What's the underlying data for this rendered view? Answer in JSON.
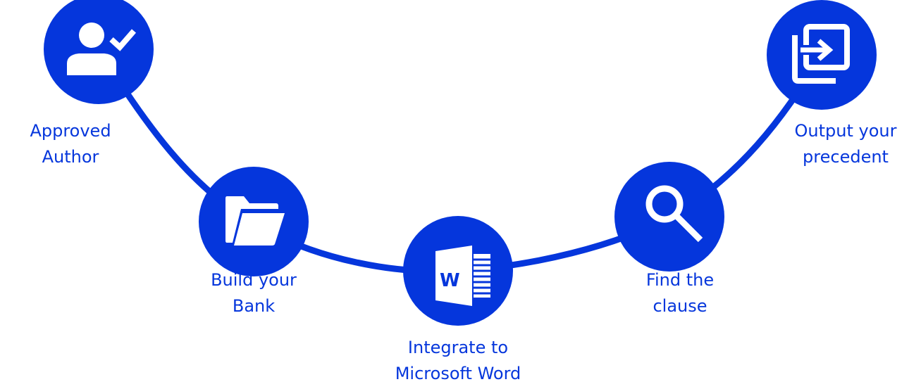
{
  "accent_color": "#0536dc",
  "steps": [
    {
      "label_line1": "Approved",
      "label_line2": "Author",
      "icon": "user-check-icon"
    },
    {
      "label_line1": "Build your",
      "label_line2": "Bank",
      "icon": "folder-open-icon"
    },
    {
      "label_line1": "Integrate to",
      "label_line2": "Microsoft Word",
      "icon": "microsoft-word-icon"
    },
    {
      "label_line1": "Find the",
      "label_line2": "clause",
      "icon": "search-icon"
    },
    {
      "label_line1": "Output your",
      "label_line2": "precedent",
      "icon": "export-icon"
    }
  ]
}
